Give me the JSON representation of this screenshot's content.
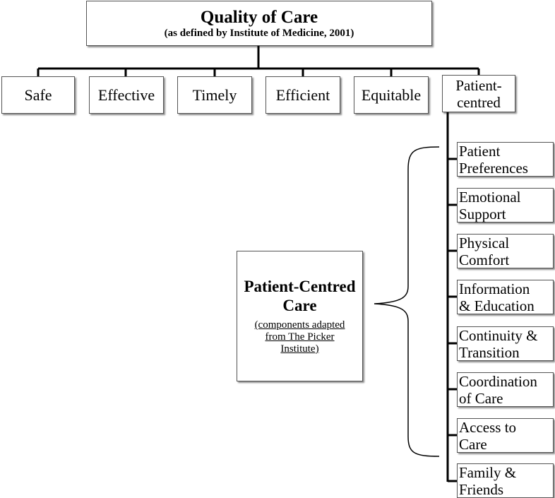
{
  "header": {
    "title": "Quality of Care",
    "subtitle": "(as defined by Institute of Medicine, 2001)"
  },
  "dimensions": [
    {
      "lines": [
        "Safe"
      ]
    },
    {
      "lines": [
        "Effective"
      ]
    },
    {
      "lines": [
        "Timely"
      ]
    },
    {
      "lines": [
        "Efficient"
      ]
    },
    {
      "lines": [
        "Equitable"
      ]
    },
    {
      "lines": [
        "Patient-",
        "centred"
      ]
    }
  ],
  "components": [
    {
      "lines": [
        "Patient",
        "Preferences"
      ]
    },
    {
      "lines": [
        "Emotional",
        "Support"
      ]
    },
    {
      "lines": [
        "Physical",
        "Comfort"
      ]
    },
    {
      "lines": [
        "Information",
        "& Education"
      ]
    },
    {
      "lines": [
        "Continuity &",
        "Transition"
      ]
    },
    {
      "lines": [
        "Coordination",
        "of Care"
      ]
    },
    {
      "lines": [
        "Access to",
        "Care"
      ]
    },
    {
      "lines": [
        "Family &",
        "Friends"
      ]
    }
  ],
  "pcc": {
    "title_lines": [
      "Patient-Centred",
      "Care"
    ],
    "note_lines": [
      "(components adapted",
      "from The Picker",
      "Institute)"
    ]
  }
}
